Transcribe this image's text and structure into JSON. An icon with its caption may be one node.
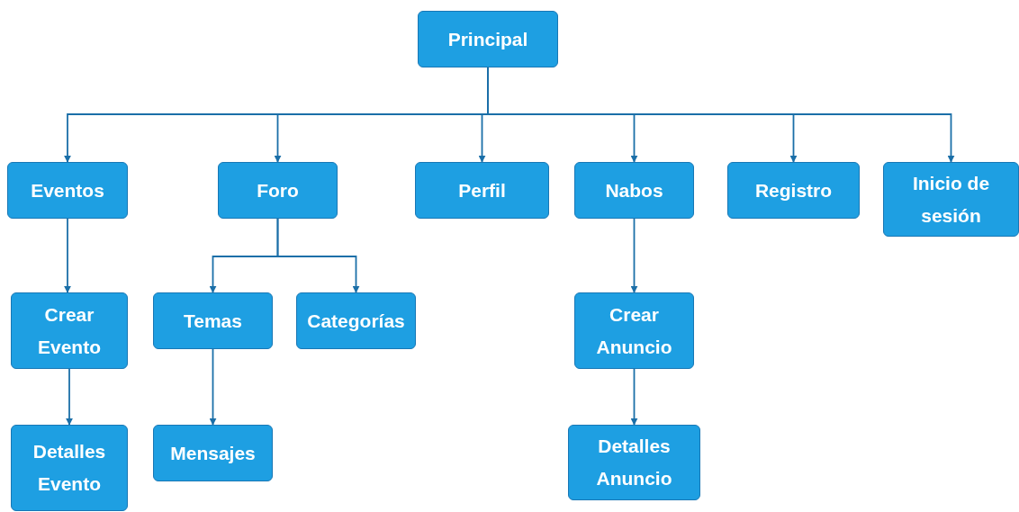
{
  "diagram": {
    "nodes": [
      {
        "text": [
          "Principal"
        ]
      },
      {
        "text": [
          "Eventos"
        ]
      },
      {
        "text": [
          "Foro"
        ]
      },
      {
        "text": [
          "Perfil"
        ]
      },
      {
        "text": [
          "Nabos"
        ]
      },
      {
        "text": [
          "Registro"
        ]
      },
      {
        "text": [
          "Inicio de sesión"
        ]
      },
      {
        "text": [
          "Crear Evento"
        ]
      },
      {
        "text": [
          "Temas"
        ]
      },
      {
        "text": [
          "Categorías"
        ]
      },
      {
        "text": [
          "Crear Anuncio"
        ]
      },
      {
        "text": [
          "Detalles Evento"
        ]
      },
      {
        "text": [
          "Mensajes"
        ]
      },
      {
        "text": [
          "Detalles Anuncio"
        ]
      }
    ],
    "edges": [
      {
        "from": 0,
        "to": 1,
        "arrow": "to"
      },
      {
        "from": 0,
        "to": 2,
        "arrow": "to"
      },
      {
        "from": 0,
        "to": 3,
        "arrow": "to"
      },
      {
        "from": 0,
        "to": 4,
        "arrow": "to"
      },
      {
        "from": 0,
        "to": 5,
        "arrow": "to"
      },
      {
        "from": 0,
        "to": 6,
        "arrow": "to"
      },
      {
        "from": 1,
        "to": 7,
        "arrow": "to"
      },
      {
        "from": 7,
        "to": 11,
        "arrow": "to"
      },
      {
        "from": 2,
        "to": 8,
        "arrow": "to"
      },
      {
        "from": 2,
        "to": 9,
        "arrow": "to"
      },
      {
        "from": 8,
        "to": 12,
        "arrow": "to"
      },
      {
        "from": 4,
        "to": 10,
        "arrow": "to"
      },
      {
        "from": 10,
        "to": 13,
        "arrow": "to"
      }
    ]
  }
}
